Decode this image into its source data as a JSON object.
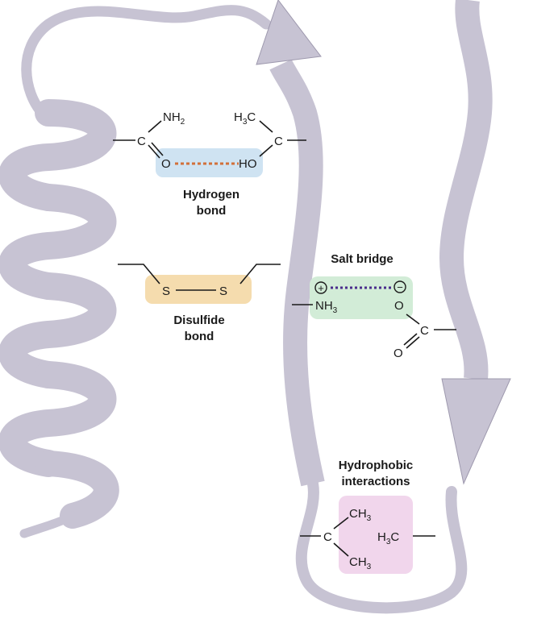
{
  "colors": {
    "ribbon": "#c7c3d3",
    "ribbon_shadow": "#9e99ae",
    "ribbon_light": "#e4e1ec",
    "hydrogen_box": "#cfe3f2",
    "hydrogen_dots": "#d2703a",
    "disulfide_box": "#f5dcae",
    "salt_box": "#d2ecd7",
    "salt_dots": "#4a2d8c",
    "hydrophobic_box": "#f1d6ec"
  },
  "labels": {
    "hydrogen": {
      "line1": "Hydrogen",
      "line2": "bond"
    },
    "disulfide": {
      "line1": "Disulfide",
      "line2": "bond"
    },
    "salt": {
      "line1": "Salt bridge"
    },
    "hydrophobic": {
      "line1": "Hydrophobic",
      "line2": "interactions"
    }
  },
  "hydrogen_bond": {
    "amide": {
      "n": "NH",
      "n_sub": "2",
      "c": "C",
      "o": "O"
    },
    "hydroxyl": {
      "h3": "H",
      "h3_sub": "3",
      "h3_c": "C",
      "c": "C",
      "ho": "HO"
    }
  },
  "disulfide_bond": {
    "s_left": "S",
    "s_right": "S"
  },
  "salt_bridge": {
    "plus": "+",
    "minus": "−",
    "amine": "NH",
    "amine_sub": "3",
    "o_minus": "O",
    "c": "C",
    "o": "O"
  },
  "hydrophobic": {
    "c": "C",
    "ch3_top": "CH",
    "ch3_top_sub": "3",
    "ch3_bottom": "CH",
    "ch3_bottom_sub": "3",
    "h3c": "H",
    "h3c_sub": "3",
    "h3c_c": "C"
  }
}
